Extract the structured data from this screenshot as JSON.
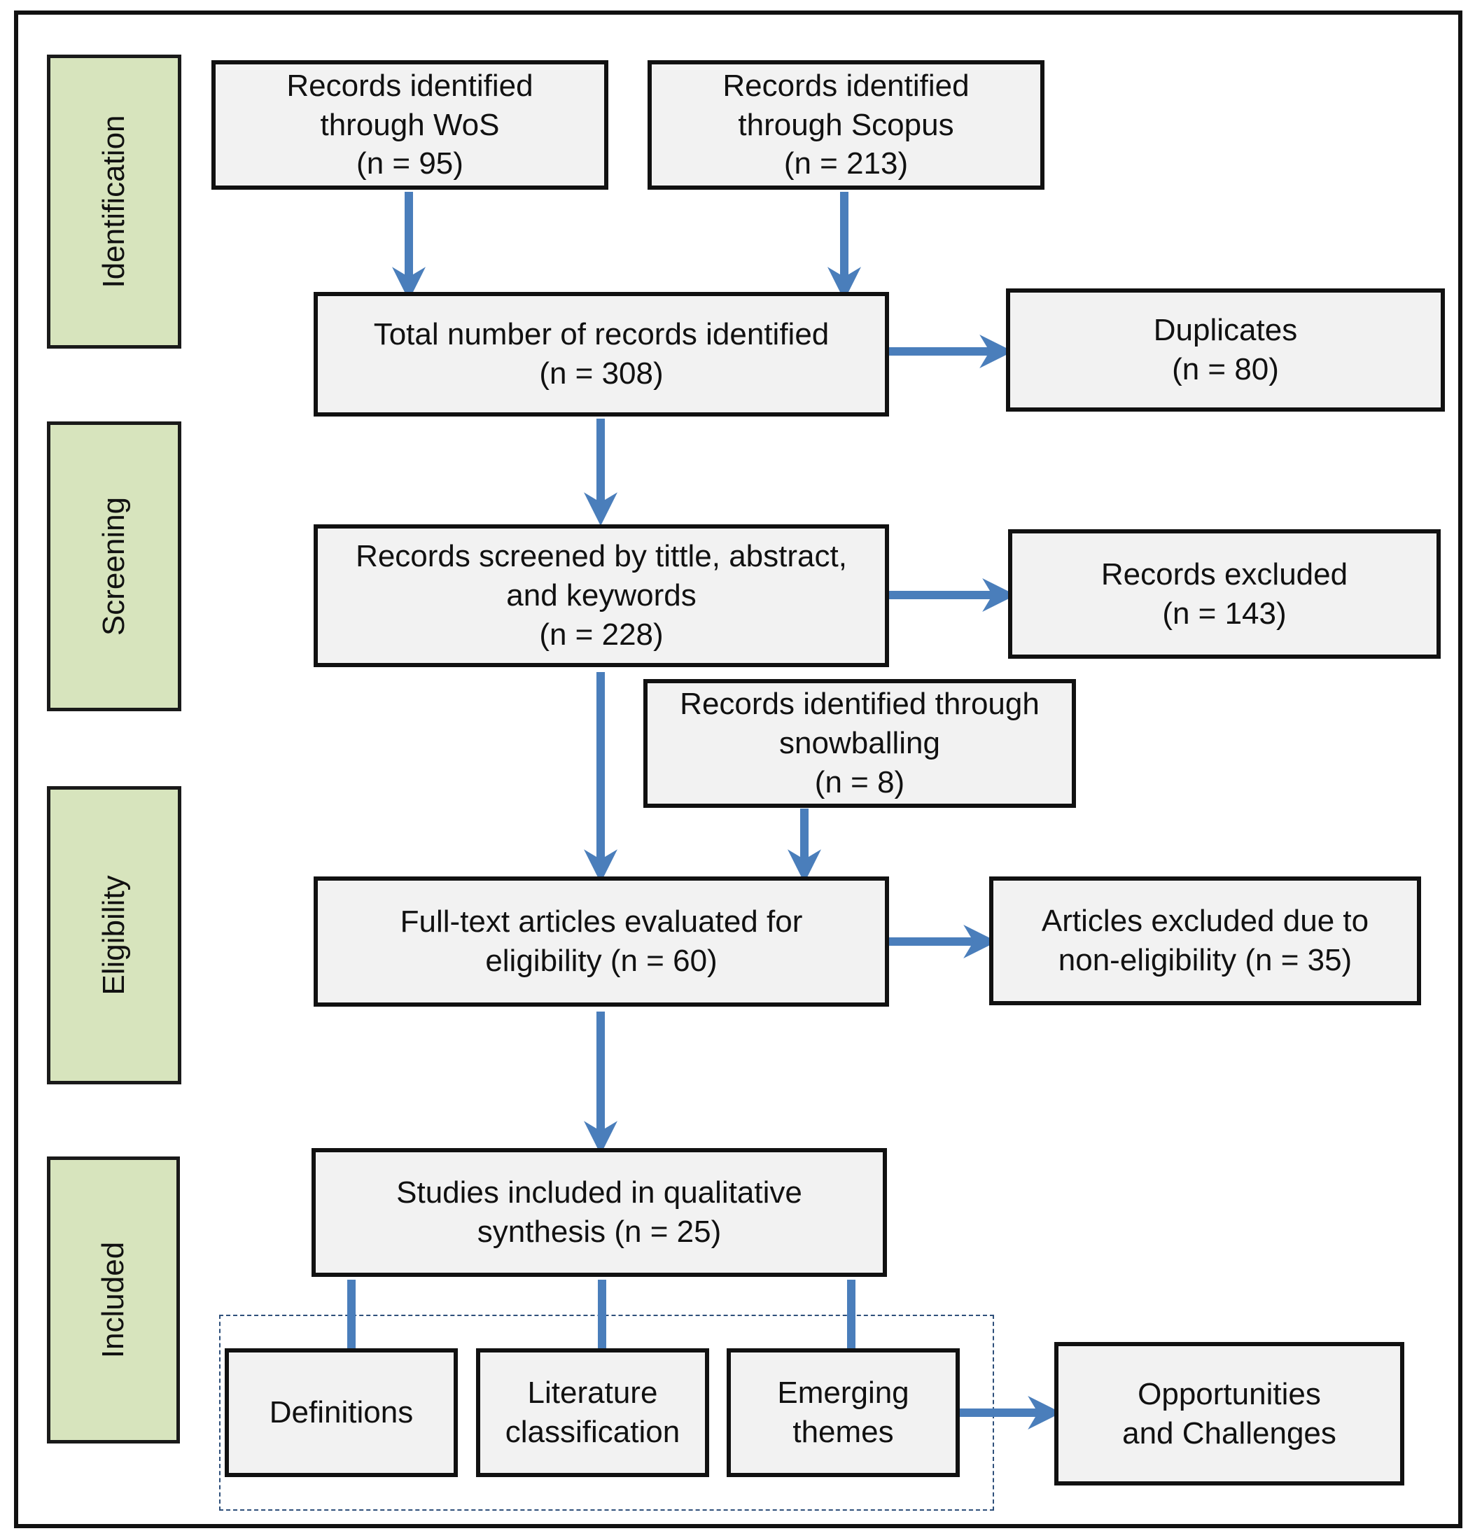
{
  "stages": [
    {
      "id": "identification",
      "label": "Identification"
    },
    {
      "id": "screening",
      "label": "Screening"
    },
    {
      "id": "eligibility",
      "label": "Eligibility"
    },
    {
      "id": "included",
      "label": "Included"
    }
  ],
  "boxes": {
    "wos": "Records identified\nthrough WoS\n(n = 95)",
    "scopus": "Records identified\nthrough Scopus\n(n = 213)",
    "total": "Total number of records identified\n(n = 308)",
    "duplicates": "Duplicates\n(n = 80)",
    "screened": "Records screened by tittle, abstract,\nand keywords\n(n = 228)",
    "excluded": "Records excluded\n(n = 143)",
    "snowballing": "Records identified through\nsnowballing\n(n = 8)",
    "fulltext": "Full-text articles evaluated for\neligibility (n = 60)",
    "noneligible": "Articles excluded due to\nnon-eligibility (n = 35)",
    "included": "Studies included in qualitative\nsynthesis (n = 25)",
    "definitions": "Definitions",
    "classification": "Literature\nclassification",
    "themes": "Emerging\nthemes",
    "opportunities": "Opportunities\nand Challenges"
  },
  "colors": {
    "stage_fill": "#d7e4bd",
    "box_fill": "#f2f2f2",
    "arrow": "#4a7ebb",
    "dashed_border": "#2e4f7a"
  }
}
